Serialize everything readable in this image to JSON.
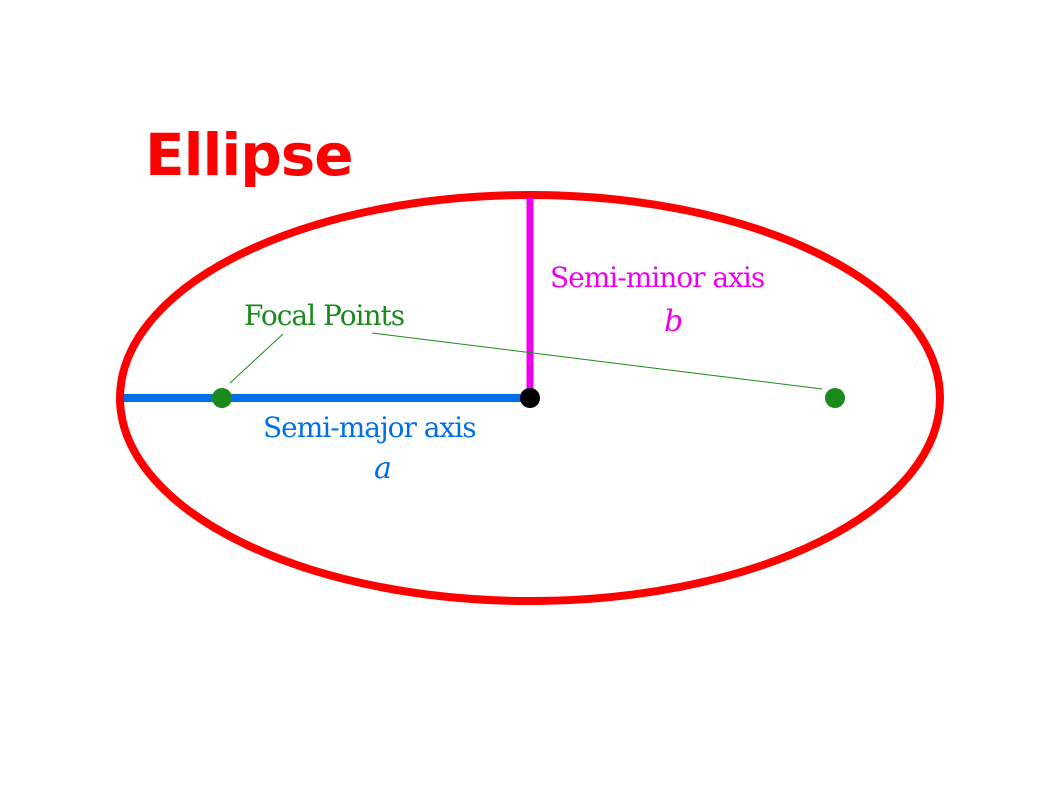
{
  "title": "Ellipse",
  "labels": {
    "focal_points": "Focal Points",
    "semi_minor": "Semi-minor axis",
    "semi_minor_symbol": "b",
    "semi_major": "Semi-major axis",
    "semi_major_symbol": "a"
  },
  "colors": {
    "ellipse": "#ff0000",
    "title": "#ff0000",
    "semi_major": "#0070e8",
    "semi_minor": "#ee00ee",
    "focal": "#1a8a1a",
    "center": "#000000"
  }
}
